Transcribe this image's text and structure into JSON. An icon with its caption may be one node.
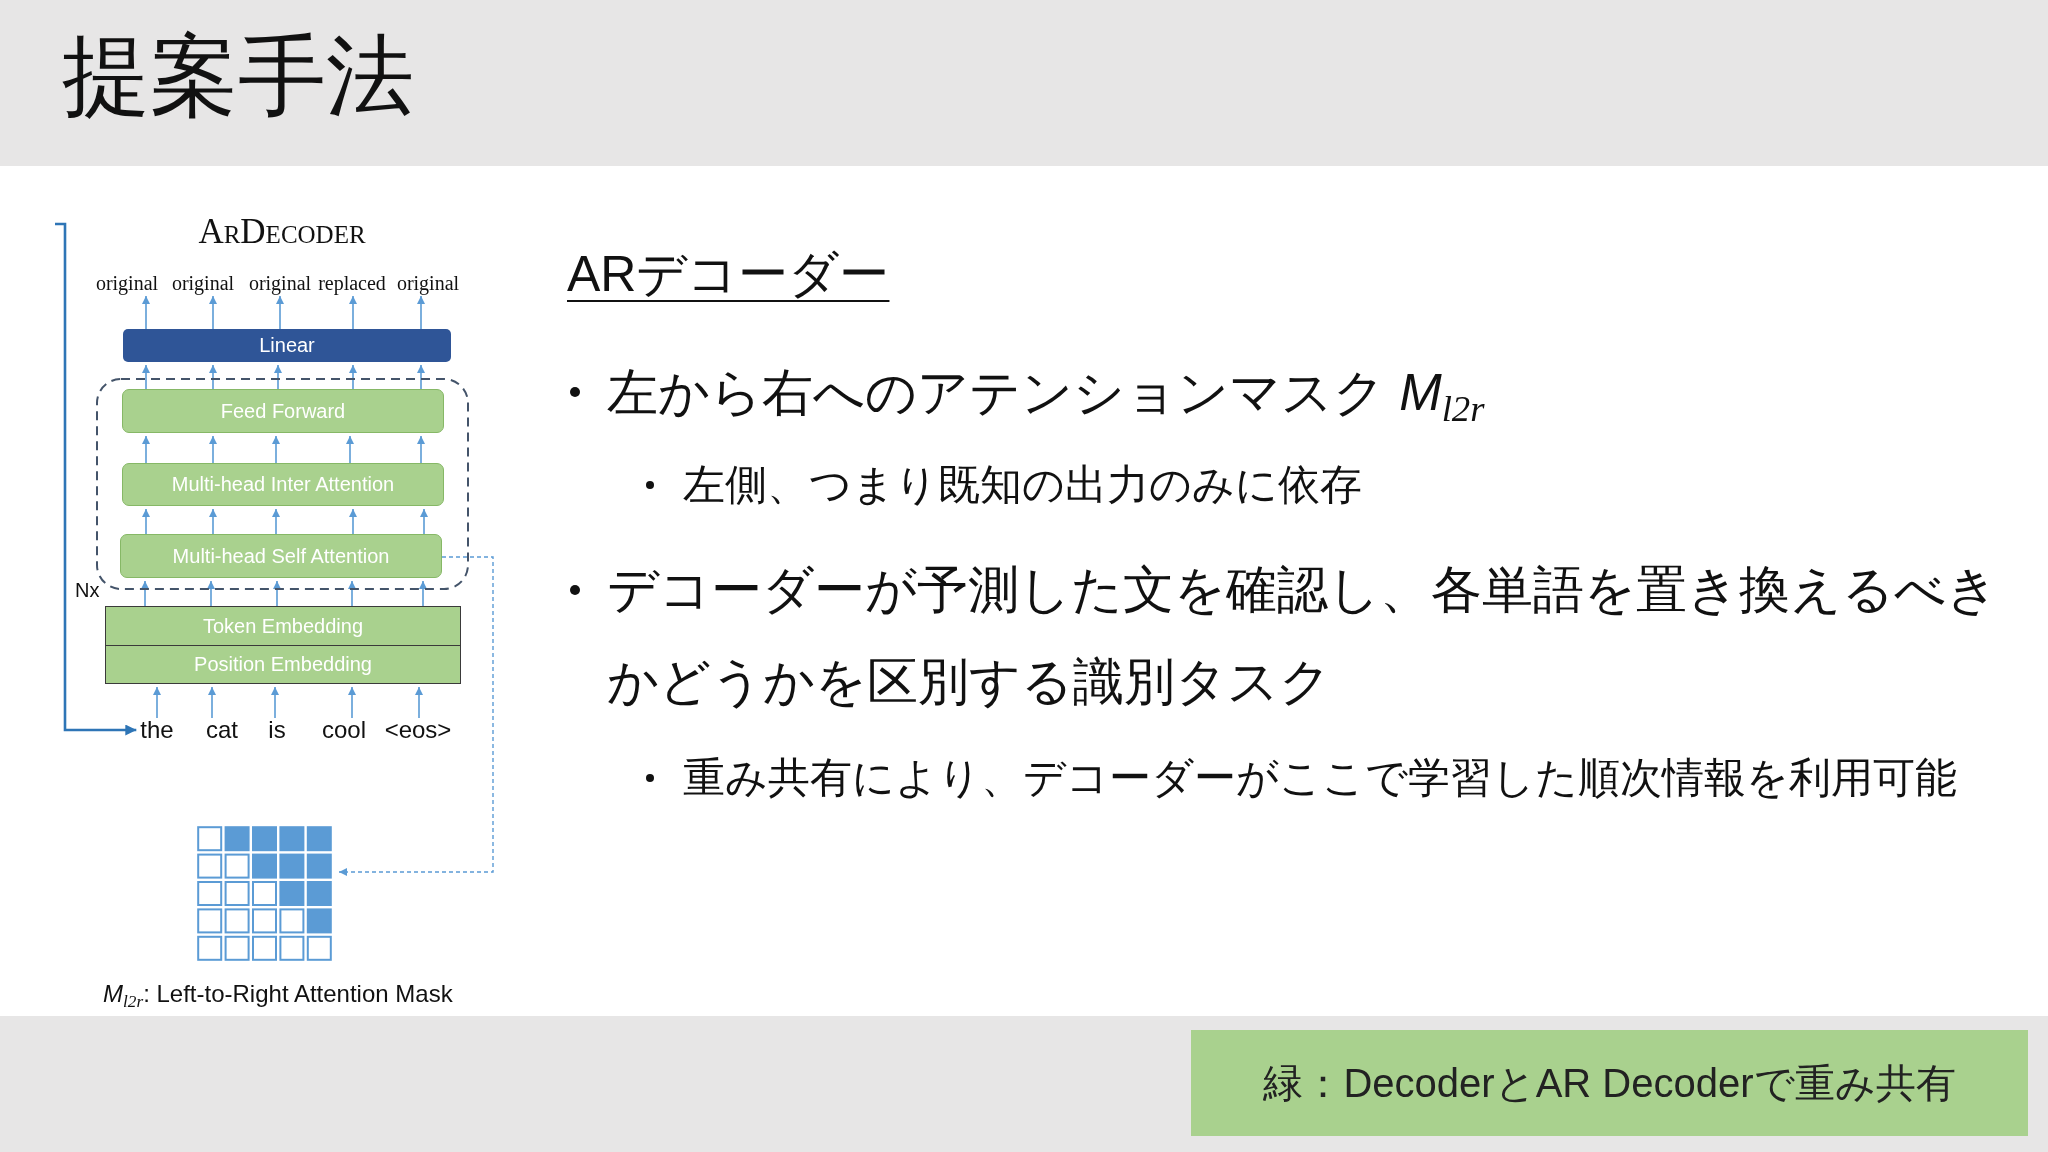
{
  "diagram": {
    "title": "提案手法",
    "nodes": [
      {
        "text": [
          "original"
        ]
      },
      {
        "text": [
          "original"
        ]
      },
      {
        "text": [
          "original"
        ]
      },
      {
        "text": [
          "replaced"
        ]
      },
      {
        "text": [
          "original"
        ]
      },
      {
        "text": [
          "Linear"
        ]
      },
      {
        "text": [
          "Nx"
        ]
      },
      {
        "text": [
          "Feed Forward"
        ],
        "in": 6
      },
      {
        "text": [
          "Multi-head Inter Attention"
        ],
        "in": 6
      },
      {
        "text": [
          "Multi-head Self Attention"
        ],
        "in": 6
      },
      {
        "text": [
          "Token Embedding"
        ]
      },
      {
        "text": [
          "Position Embedding"
        ]
      },
      {
        "text": [
          "the"
        ]
      },
      {
        "text": [
          "cat"
        ]
      },
      {
        "text": [
          "is"
        ]
      },
      {
        "text": [
          "cool"
        ]
      },
      {
        "text": [
          "<eos>"
        ]
      },
      {
        "text": [],
        "shape": "grid",
        "beside": [
          "*M*$_{l2r}$: Left-to-Right Attention Mask"
        ]
      },
      {
        "text": [
          "緑：DecoderとAR Decoderで重み共有"
        ]
      }
    ],
    "edges": [
      {
        "from": 5,
        "to": 0,
        "arrow": "to"
      },
      {
        "from": 5,
        "to": 1,
        "arrow": "to"
      },
      {
        "from": 5,
        "to": 2,
        "arrow": "to"
      },
      {
        "from": 5,
        "to": 3,
        "arrow": "to"
      },
      {
        "from": 5,
        "to": 4,
        "arrow": "to"
      },
      {
        "from": 7,
        "to": 5,
        "arrow": "to"
      },
      {
        "from": 7,
        "to": 5,
        "arrow": "to"
      },
      {
        "from": 7,
        "to": 5,
        "arrow": "to"
      },
      {
        "from": 7,
        "to": 5,
        "arrow": "to"
      },
      {
        "from": 7,
        "to": 5,
        "arrow": "to"
      },
      {
        "from": 8,
        "to": 7,
        "arrow": "to"
      },
      {
        "from": 8,
        "to": 7,
        "arrow": "to"
      },
      {
        "from": 8,
        "to": 7,
        "arrow": "to"
      },
      {
        "from": 8,
        "to": 7,
        "arrow": "to"
      },
      {
        "from": 8,
        "to": 7,
        "arrow": "to"
      },
      {
        "from": 9,
        "to": 8,
        "arrow": "to"
      },
      {
        "from": 9,
        "to": 8,
        "arrow": "to"
      },
      {
        "from": 9,
        "to": 8,
        "arrow": "to"
      },
      {
        "from": 9,
        "to": 8,
        "arrow": "to"
      },
      {
        "from": 9,
        "to": 8,
        "arrow": "to"
      },
      {
        "from": 10,
        "to": 9,
        "arrow": "to"
      },
      {
        "from": 10,
        "to": 9,
        "arrow": "to"
      },
      {
        "from": 10,
        "to": 9,
        "arrow": "to"
      },
      {
        "from": 10,
        "to": 9,
        "arrow": "to"
      },
      {
        "from": 10,
        "to": 9,
        "arrow": "to"
      },
      {
        "from": 12,
        "to": 11,
        "arrow": "to"
      },
      {
        "from": 13,
        "to": 11,
        "arrow": "to"
      },
      {
        "from": 14,
        "to": 11,
        "arrow": "to"
      },
      {
        "from": 15,
        "to": 11,
        "arrow": "to"
      },
      {
        "from": 16,
        "to": 11,
        "arrow": "to"
      },
      {
        "from": null,
        "to": 12,
        "arrow": "to",
        "color": "#2e75b6"
      },
      {
        "from": 9,
        "to": 17,
        "arrow": "to",
        "style": "dashed"
      }
    ],
    "labels": [
      "ArDecoder",
      "ARデコーダー",
      "左から右へのアテンションマスク *M*$_{l2r}$",
      "左側、つまり既知の出力のみに依存",
      "デコーダーが予測した文を確認し、各単語を置き換えるべきかどうかを区別する識別タスク",
      "重み共有により、デコーダーがここで学習した順次情報を利用可能"
    ]
  }
}
